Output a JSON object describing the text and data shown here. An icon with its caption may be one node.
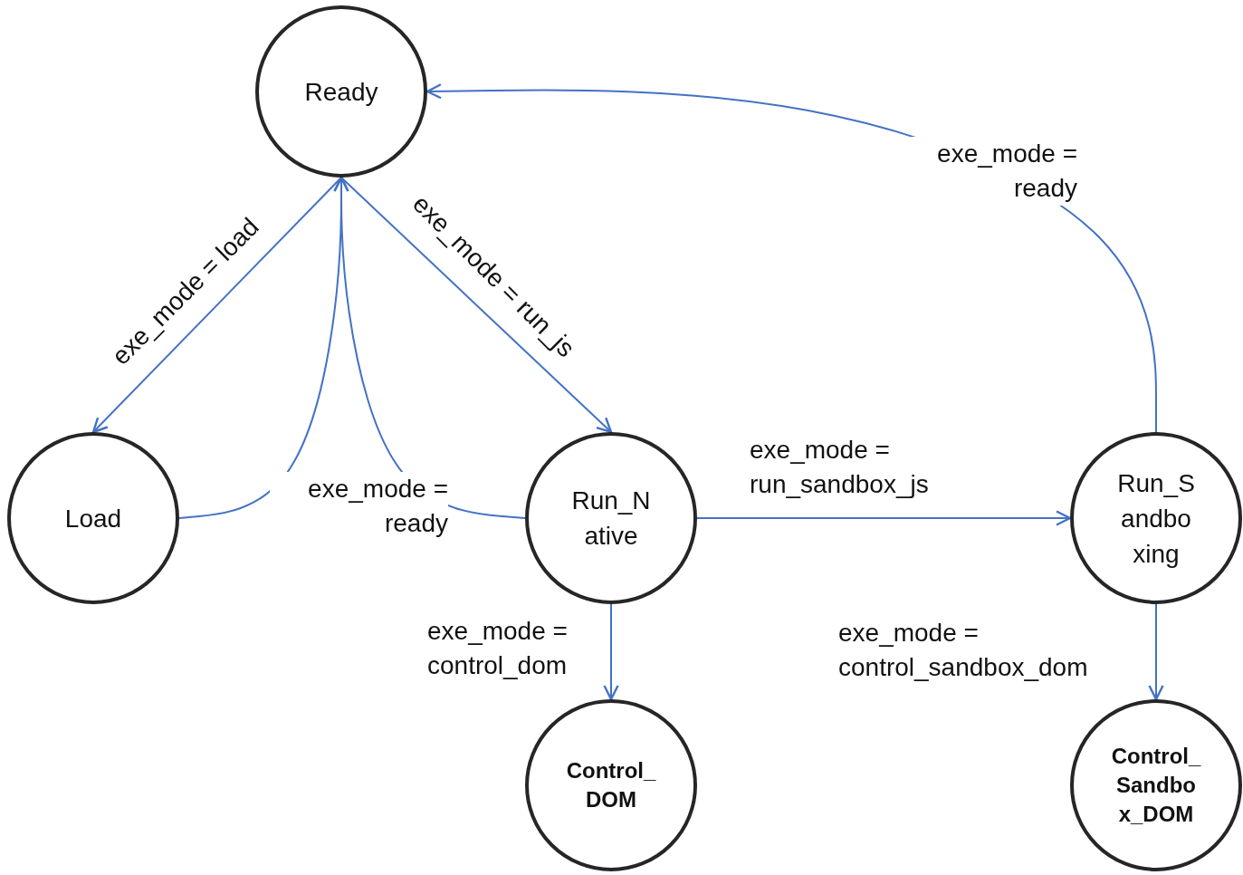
{
  "diagram": {
    "nodes": [
      {
        "text": [
          "Ready"
        ]
      },
      {
        "text": [
          "Load"
        ]
      },
      {
        "text": [
          "Run_Native"
        ]
      },
      {
        "text": [
          "Run_Sandboxing"
        ]
      },
      {
        "text": [
          "Control_DOM"
        ]
      },
      {
        "text": [
          "Control_Sandbox_DOM"
        ]
      }
    ],
    "edges": [
      {
        "from": 0,
        "to": 1,
        "arrow": "to",
        "label": "exe_mode = load"
      },
      {
        "from": 1,
        "to": 0,
        "arrow": "to"
      },
      {
        "from": 0,
        "to": 2,
        "arrow": "to",
        "label": "exe_mode = run_js"
      },
      {
        "from": 2,
        "to": 0,
        "arrow": "to",
        "label": "exe_mode = ready"
      },
      {
        "from": 2,
        "to": 3,
        "arrow": "to",
        "label": "exe_mode = run_sandbox_js"
      },
      {
        "from": 3,
        "to": 0,
        "arrow": "to",
        "label": "exe_mode = ready"
      },
      {
        "from": 2,
        "to": 4,
        "arrow": "to",
        "label": "exe_mode = control_dom"
      },
      {
        "from": 3,
        "to": 5,
        "arrow": "to",
        "label": "exe_mode = control_sandbox_dom"
      }
    ]
  }
}
